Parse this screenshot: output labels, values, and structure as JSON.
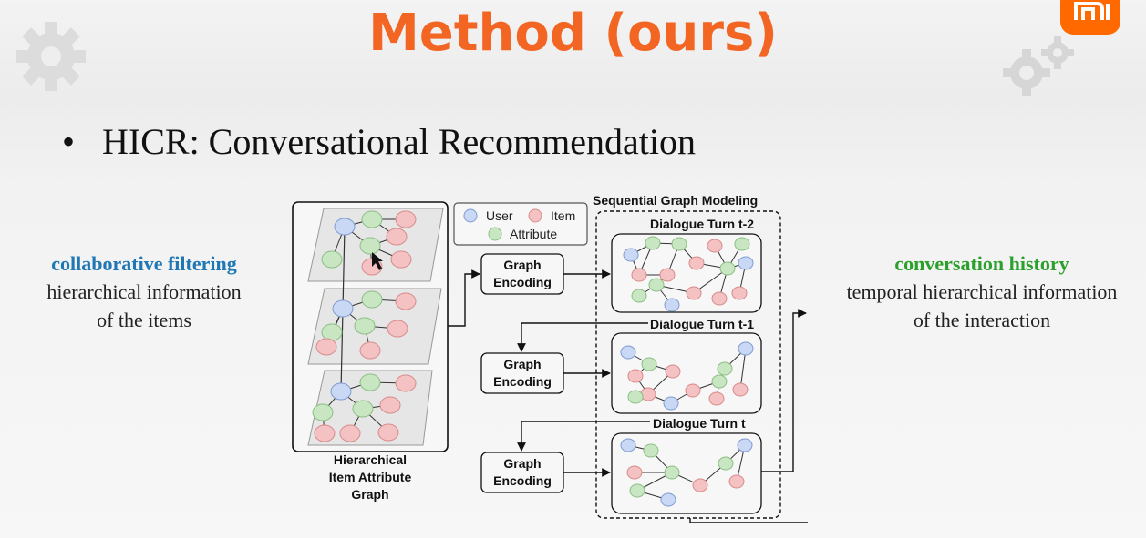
{
  "title": "Method (ours)",
  "bullet": "HICR: Conversational Recommendation",
  "left_note": {
    "highlight": "collaborative filtering",
    "line1": "hierarchical information",
    "line2": "of the items"
  },
  "right_note": {
    "highlight": "conversation history",
    "line1": "temporal hierarchical information",
    "line2": "of the interaction"
  },
  "diagram": {
    "legend": {
      "user": "User",
      "item": "Item",
      "attribute": "Attribute"
    },
    "sequential_title": "Sequential Graph Modeling",
    "turns": [
      "Dialogue Turn t-2",
      "Dialogue Turn t-1",
      "Dialogue Turn t"
    ],
    "encoding_line1": "Graph",
    "encoding_line2": "Encoding",
    "hier_label": [
      "Hierarchical",
      "Item Attribute",
      "Graph"
    ],
    "colors": {
      "user_fill": "#c9d9f5",
      "user_stroke": "#7f9bd1",
      "item_fill": "#f4c2c2",
      "item_stroke": "#d88c8c",
      "attr_fill": "#c9e6c3",
      "attr_stroke": "#8cbf84"
    }
  },
  "icons": [
    "gear-icon",
    "gears-icon",
    "mi-logo-icon"
  ]
}
